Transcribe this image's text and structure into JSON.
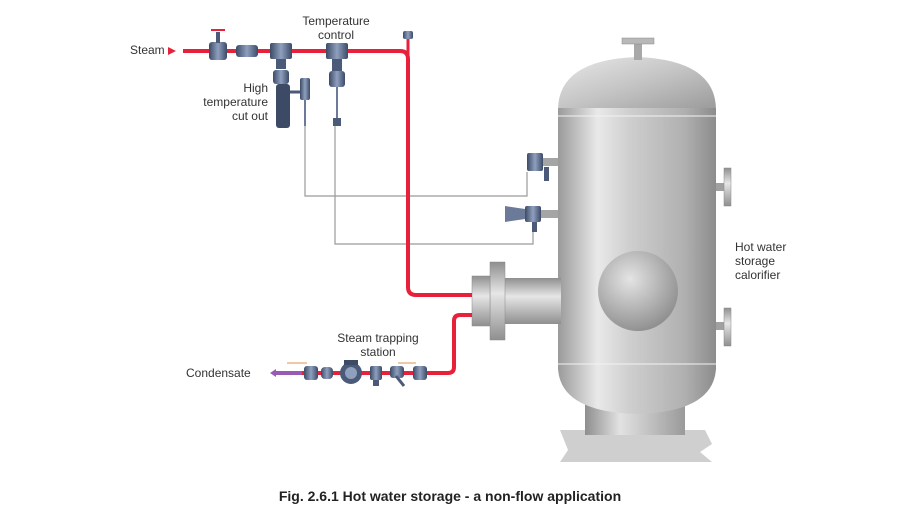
{
  "labels": {
    "steam": "Steam",
    "temperature_control": [
      "Temperature",
      "control"
    ],
    "high_temp_cutout": [
      "High",
      "temperature",
      "cut out"
    ],
    "steam_trapping_station": [
      "Steam trapping",
      "station"
    ],
    "condensate": "Condensate",
    "calorifier": [
      "Hot water",
      "storage",
      "calorifier"
    ]
  },
  "caption": "Fig. 2.6.1 Hot water storage - a non-flow application",
  "colors": {
    "steam_pipe": "#e8203a",
    "condensate_pipe": "#9b59b6",
    "valve_body": "#4a5a78",
    "vessel_dark": "#8a8a8a",
    "vessel_light": "#ececec",
    "capillary": "#9a9a9a"
  }
}
